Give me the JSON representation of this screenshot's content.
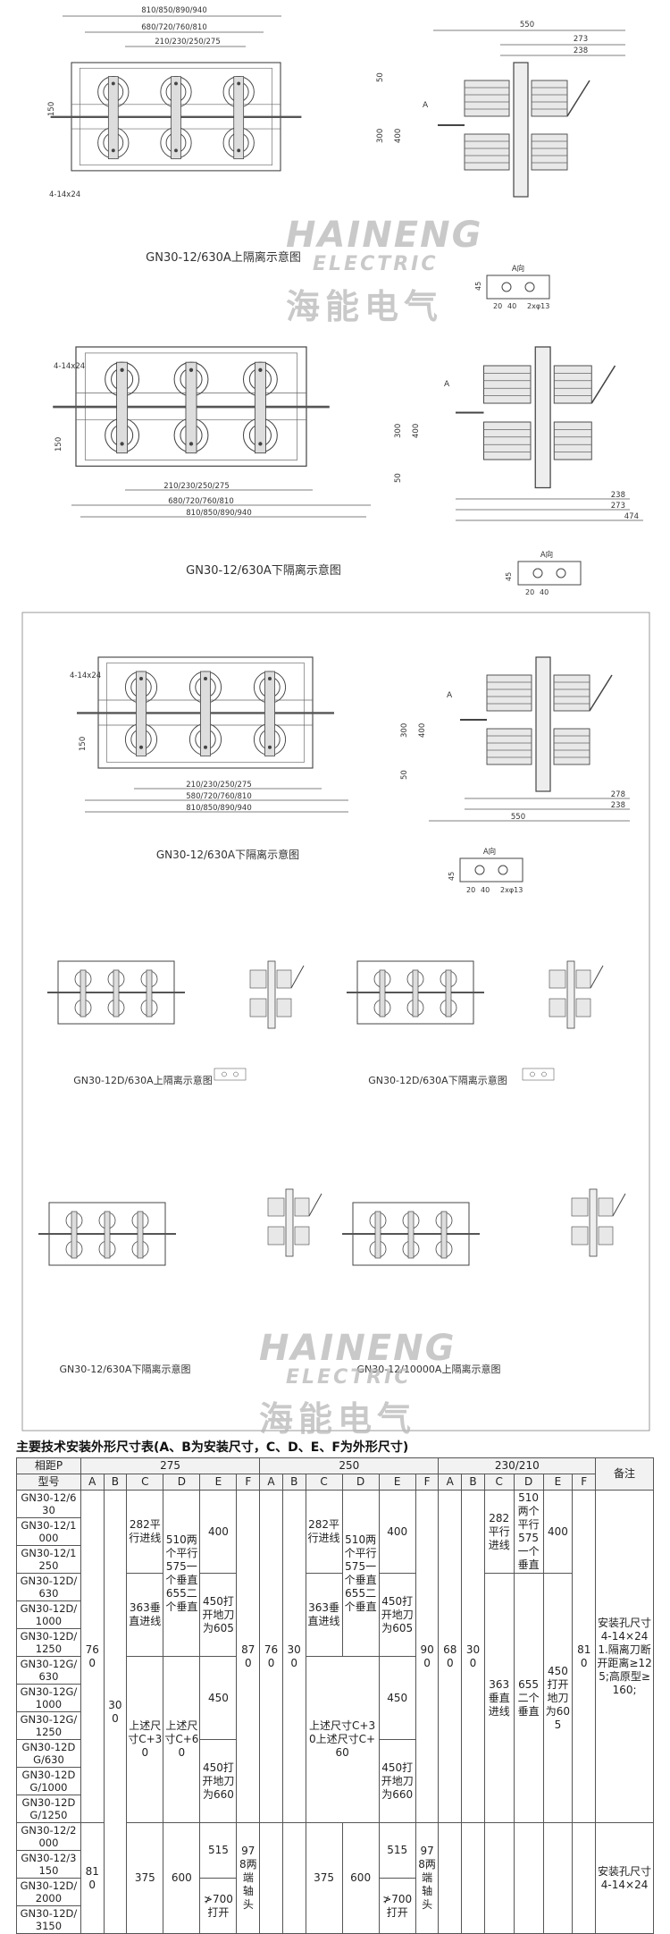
{
  "drawings": {
    "top": {
      "dims": {
        "overall": "810/850/890/940",
        "width2": "680/720/760/810",
        "pitch": "210/230/250/275",
        "side_total": "550",
        "side_a": "273",
        "side_b": "238",
        "h150": "150",
        "h300": "300",
        "h400": "400",
        "h50": "50",
        "holes": "4-14x24",
        "arrow": "A"
      },
      "detail": {
        "label": "A向",
        "d45": "45",
        "d20": "20",
        "d40": "40",
        "hole": "2xφ13"
      },
      "caption": "GN30-12/630A上隔离示意图"
    },
    "second": {
      "dims": {
        "overall": "810/850/890/940",
        "width2": "680/720/760/810",
        "pitch": "210/230/250/275",
        "side_total": "474",
        "side_a": "273",
        "side_b": "238",
        "h150": "150",
        "h300": "300",
        "h400": "400",
        "h50": "50",
        "holes": "4-14x24",
        "arrow": "A"
      },
      "detail": {
        "label": "A向",
        "d45": "45",
        "d20": "20",
        "d40": "40"
      },
      "caption": "GN30-12/630A下隔离示意图"
    },
    "framed": {
      "main": {
        "dims": {
          "overall": "810/850/890/940",
          "width2": "580/720/760/810",
          "pitch": "210/230/250/275",
          "side_total": "550",
          "side_a": "278",
          "side_b": "238",
          "h150": "150",
          "h300": "300",
          "h400": "400",
          "h50": "50",
          "holes": "4-14x24",
          "arrow": "A"
        },
        "detail": {
          "label": "A向",
          "d45": "45",
          "d20": "20",
          "d40": "40",
          "hole": "2xφ13"
        },
        "caption": "GN30-12/630A下隔离示意图"
      },
      "small": [
        {
          "caption": "GN30-12D/630A上隔离示意图"
        },
        {
          "caption": "GN30-12D/630A下隔离示意图"
        },
        {
          "caption": "GN30-12/630A下隔离示意图"
        },
        {
          "caption": "GN30-12/10000A上隔离示意图"
        }
      ]
    }
  },
  "watermark": {
    "brand": "HAINENG",
    "sub": "ELECTRIC",
    "cn": "海能电气"
  },
  "table": {
    "title": "主要技术安装外形尺寸表(A、B为安装尺寸，C、D、E、F为外形尺寸)",
    "header": {
      "row1_label": "相距P",
      "groups": [
        "275",
        "250",
        "230/210"
      ],
      "remark": "备注",
      "row2_label": "型号",
      "cols": [
        "A",
        "B",
        "C",
        "D",
        "E",
        "F"
      ]
    },
    "models": {
      "m1": "GN30-12/630",
      "m2": "GN30-12/1000",
      "m3": "GN30-12/1250",
      "m4": "GN30-12D/630",
      "m5": "GN30-12D/1000",
      "m6": "GN30-12D/1250",
      "m7": "GN30-12G/630",
      "m8": "GN30-12G/1000",
      "m9": "GN30-12G/1250",
      "m10": "GN30-12DG/630",
      "m11": "GN30-12DG/1000",
      "m12": "GN30-12DG/1250",
      "m13": "GN30-12/2000",
      "m14": "GN30-12/3150",
      "m15": "GN30-12D/2000",
      "m16": "GN30-12D/3150"
    },
    "g1": {
      "A": "760",
      "B": "300",
      "C_top": "282平行进线",
      "C_mid": "363垂直进线",
      "C_low": "上述尺寸C+30",
      "D_top": "510两个平行575一个垂直655二个垂直",
      "D_low": "上述尺寸C+60",
      "E1": "400",
      "E2": "450打开地刀为605",
      "E3": "450",
      "E4": "450打开地刀为660",
      "F": "870",
      "A_low": "810",
      "C_bot": "375",
      "D_bot": "600",
      "E5": "515",
      "E6": "≯700打开",
      "F_bot": "978两端轴头"
    },
    "g2": {
      "A": "760",
      "B": "300",
      "C_top": "282平行进线",
      "C_mid": "363垂直进线",
      "CD_low": "上述尺寸C+30上述尺寸C+60",
      "D_top": "510两个平行575一个垂直655二个垂直",
      "E1": "400",
      "E2": "450打开地刀为605",
      "E3": "450",
      "E4": "450打开地刀为660",
      "F": "900",
      "C_bot": "375",
      "D_bot": "600",
      "E5": "515",
      "E6": "≯700打开",
      "F_bot": "978两端轴头"
    },
    "g3": {
      "A": "680",
      "B": "300",
      "C_top": "282平行进线",
      "C_mid": "363垂直进线",
      "D_top": "510两个平行575一个垂直",
      "D_mid": "655二个垂直",
      "E1": "400",
      "E2": "450打开地刀为605",
      "F": "810"
    },
    "remarks": {
      "r1": "安装孔尺寸4-14×241.隔离刀断开距离≥125;高原型≥160;",
      "r2": "安装孔尺寸4-14×24"
    }
  }
}
